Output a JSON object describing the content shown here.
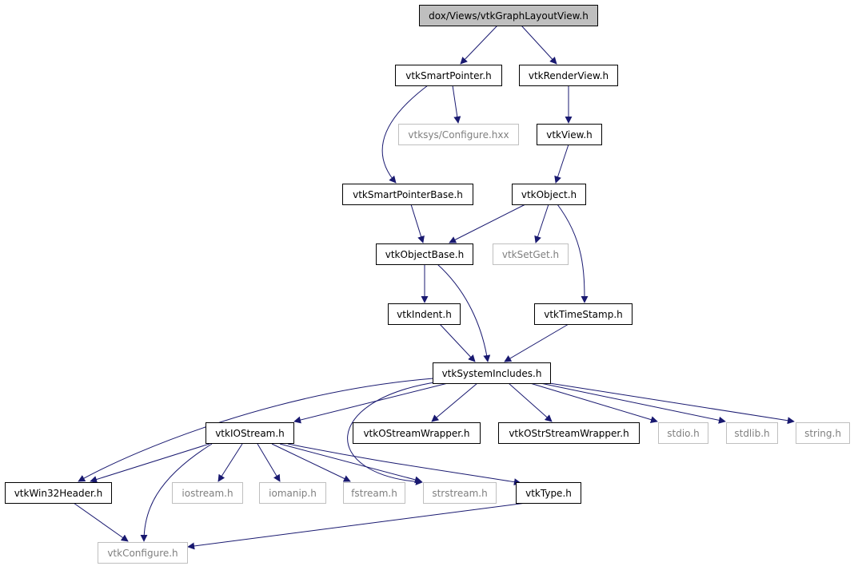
{
  "colors": {
    "edge": "#191970",
    "border": "#000000",
    "external_border": "#bfbfbf",
    "external_text": "#7f7f7f",
    "root_fill": "#bfbfbf"
  },
  "nodes": {
    "root": "dox/Views/vtkGraphLayoutView.h",
    "smartpointer": "vtkSmartPointer.h",
    "renderview": "vtkRenderView.h",
    "vtksys_configure": "vtksys/Configure.hxx",
    "view": "vtkView.h",
    "smartpointerbase": "vtkSmartPointerBase.h",
    "object": "vtkObject.h",
    "objectbase": "vtkObjectBase.h",
    "setget": "vtkSetGet.h",
    "indent": "vtkIndent.h",
    "timestamp": "vtkTimeStamp.h",
    "systemincludes": "vtkSystemIncludes.h",
    "iostream_h": "vtkIOStream.h",
    "ostreamwrapper": "vtkOStreamWrapper.h",
    "ostrstreamwrapper": "vtkOStrStreamWrapper.h",
    "stdio": "stdio.h",
    "stdlib": "stdlib.h",
    "string": "string.h",
    "win32header": "vtkWin32Header.h",
    "iostream": "iostream.h",
    "iomanip": "iomanip.h",
    "fstream": "fstream.h",
    "strstream": "strstream.h",
    "type": "vtkType.h",
    "configure": "vtkConfigure.h"
  }
}
